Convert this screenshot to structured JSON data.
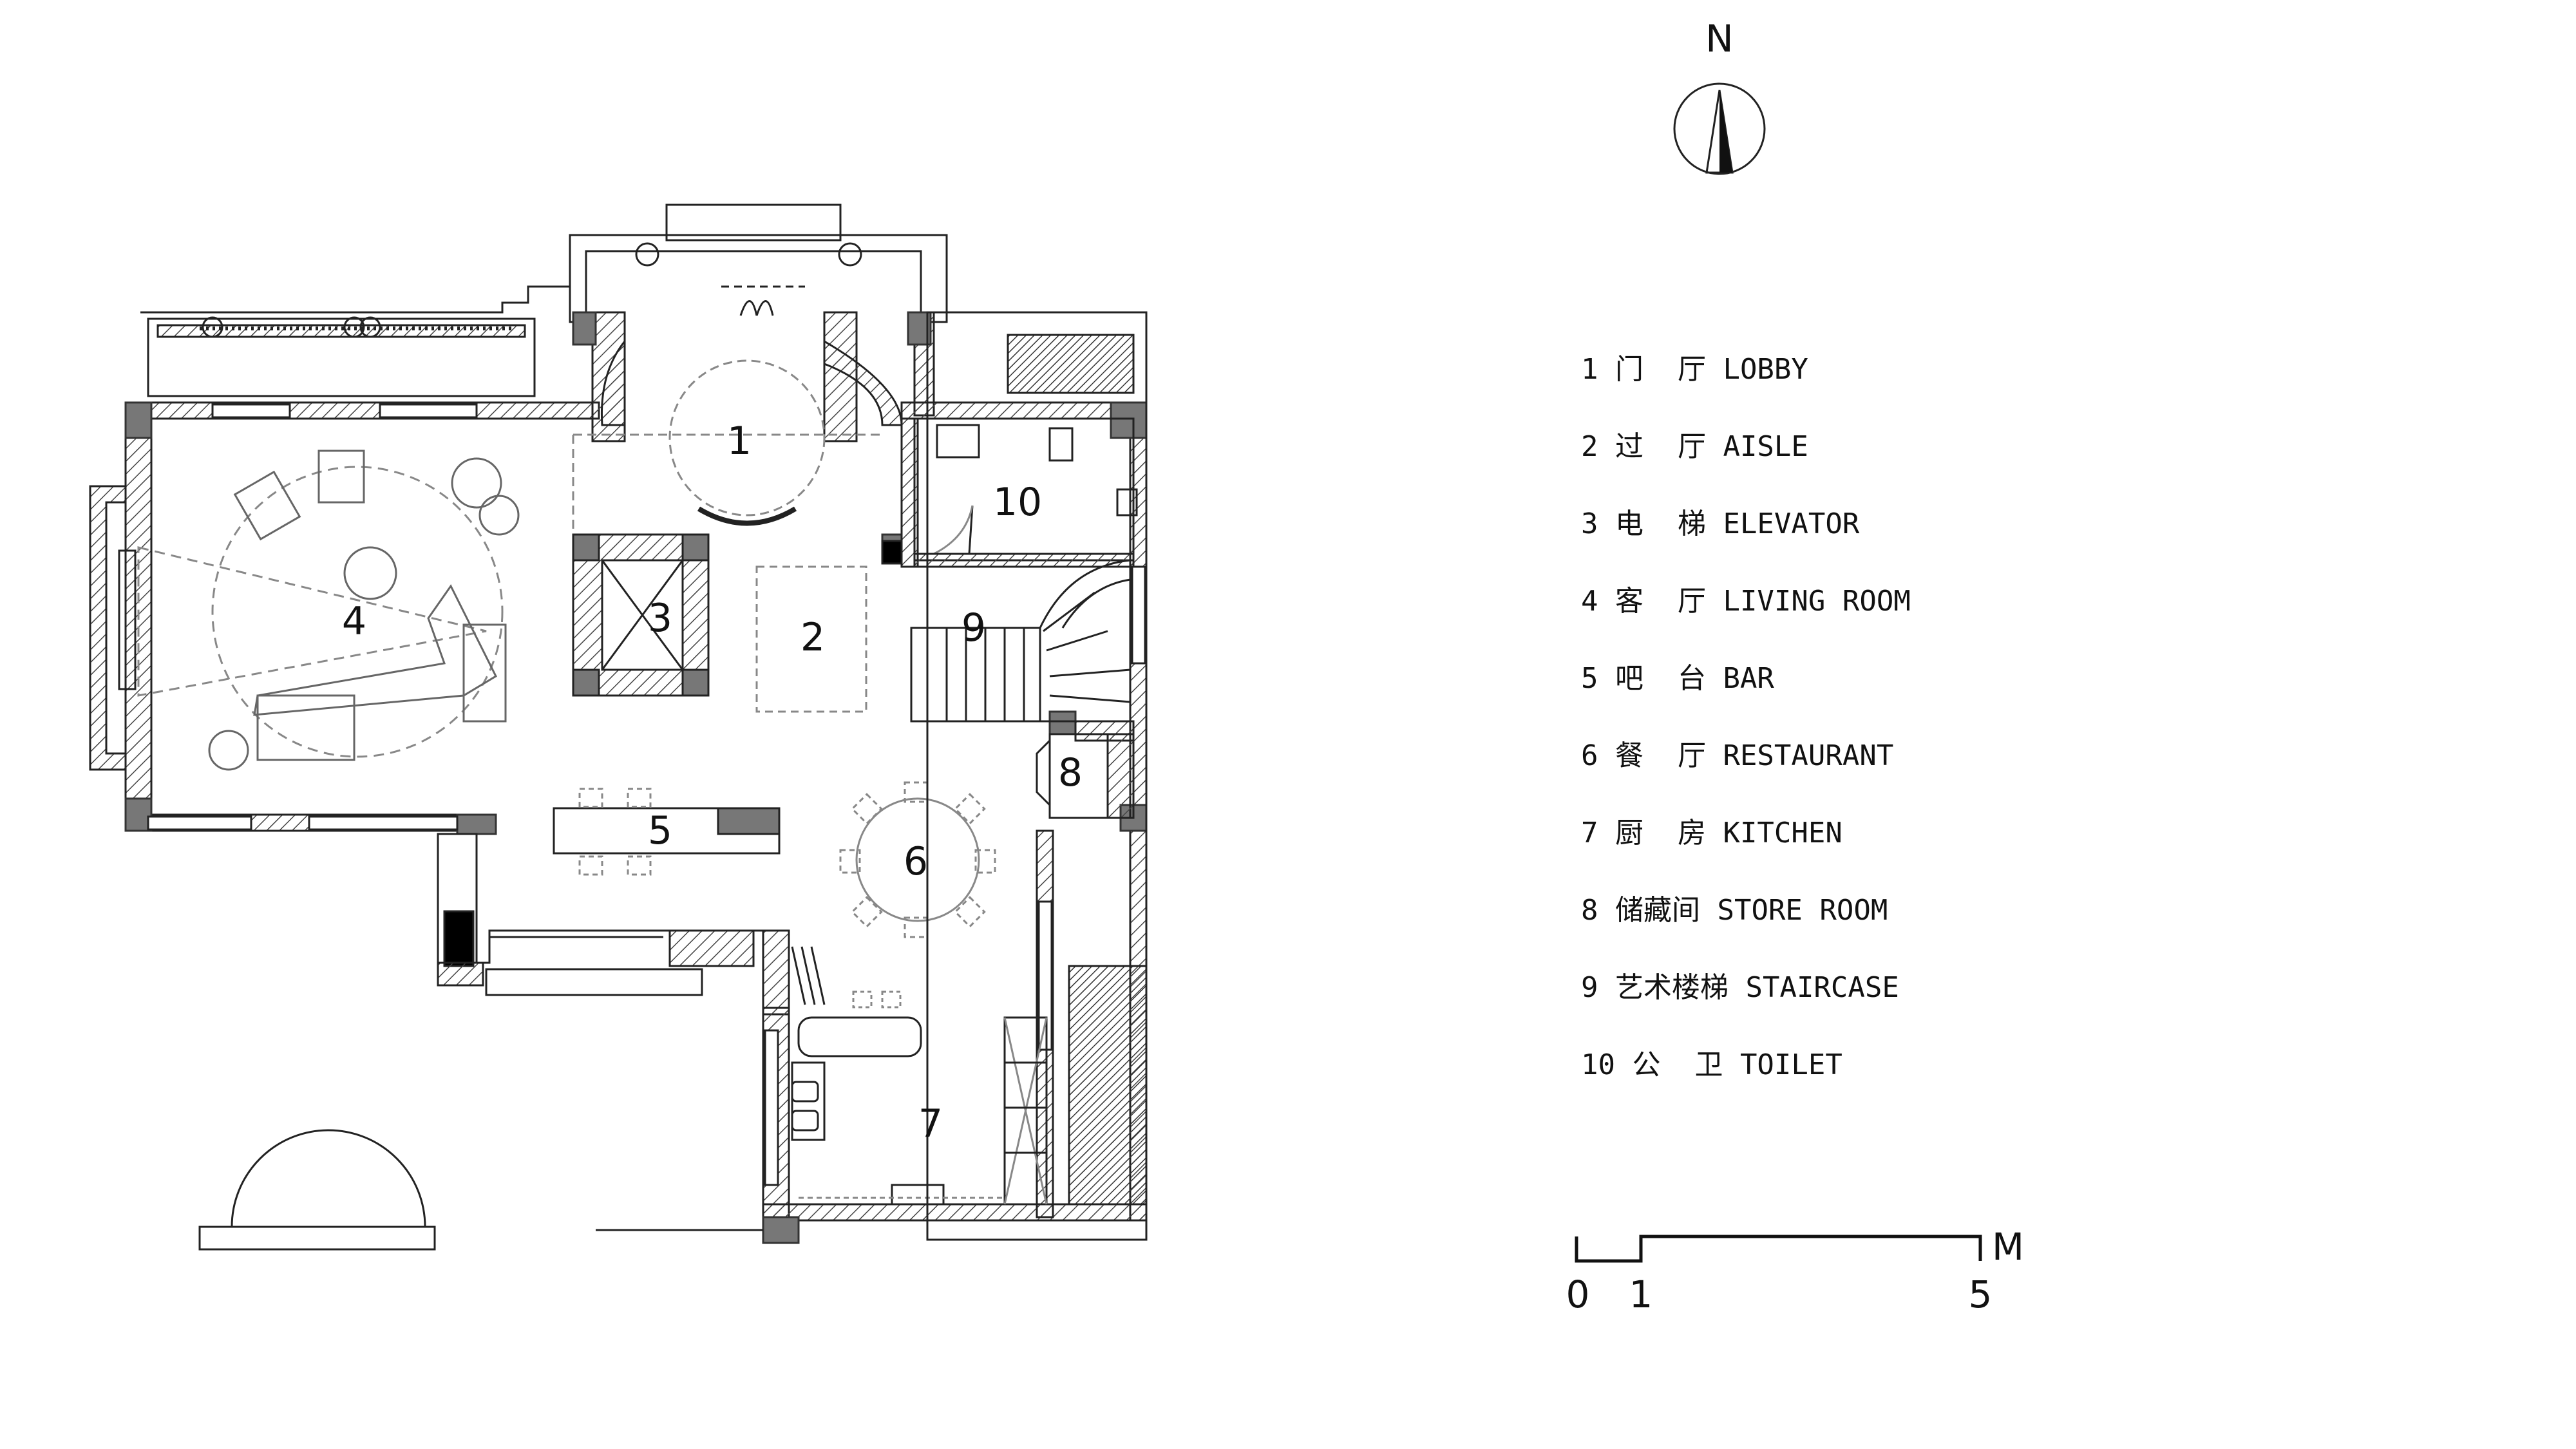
{
  "north_label": "N",
  "rooms": [
    {
      "num": "1",
      "name": "lobby"
    },
    {
      "num": "2",
      "name": "aisle"
    },
    {
      "num": "3",
      "name": "elevator"
    },
    {
      "num": "4",
      "name": "living-room"
    },
    {
      "num": "5",
      "name": "bar"
    },
    {
      "num": "6",
      "name": "restaurant"
    },
    {
      "num": "7",
      "name": "kitchen"
    },
    {
      "num": "8",
      "name": "store-room"
    },
    {
      "num": "9",
      "name": "staircase"
    },
    {
      "num": "10",
      "name": "toilet"
    }
  ],
  "legend": [
    {
      "text": "1 门  厅 LOBBY"
    },
    {
      "text": "2 过  厅 AISLE"
    },
    {
      "text": "3 电  梯 ELEVATOR"
    },
    {
      "text": "4 客  厅 LIVING ROOM"
    },
    {
      "text": "5 吧  台 BAR"
    },
    {
      "text": "6 餐  厅 RESTAURANT"
    },
    {
      "text": "7 厨  房 KITCHEN"
    },
    {
      "text": "8 储藏间 STORE ROOM"
    },
    {
      "text": "9 艺术楼梯 STAIRCASE"
    },
    {
      "text": "10 公  卫 TOILET"
    }
  ],
  "scale": {
    "unit": "M",
    "ticks": [
      "0",
      "1",
      "5"
    ]
  },
  "colors": {
    "line": "#222222",
    "wall_hatch": "#555555",
    "column": "#666666",
    "dash": "#888888"
  }
}
